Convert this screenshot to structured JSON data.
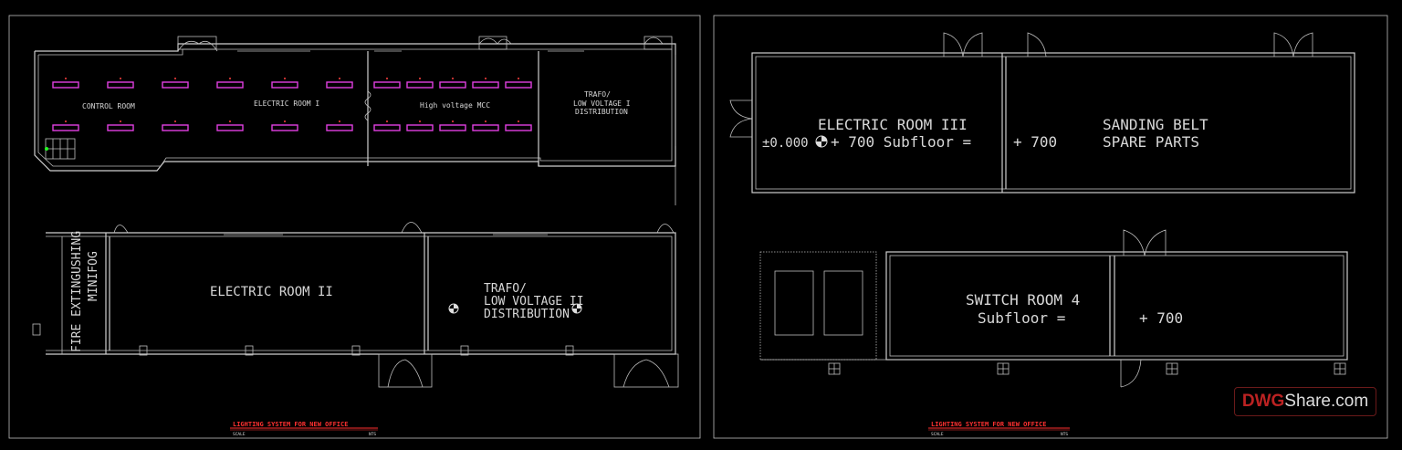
{
  "sheet_left": {
    "rooms_top": {
      "control_room": "CONTROL ROOM",
      "electric_room_1": "ELECTRIC ROOM I",
      "hv_mcc": "High voltage MCC",
      "trafo_1_line1": "TRAFO/",
      "trafo_1_line2": "LOW VOLTAGE I",
      "trafo_1_line3": "DISTRIBUTION"
    },
    "rooms_bottom": {
      "electric_room_2": "ELECTRIC ROOM II",
      "trafo_2_line1": "TRAFO/",
      "trafo_2_line2": "LOW VOLTAGE II",
      "trafo_2_line3": "DISTRIBUTION",
      "fire_line1": "FIRE EXTINGUSHING",
      "fire_line2": "MINIFOG"
    },
    "title_block": {
      "title": "LIGHTING SYSTEM FOR NEW OFFICE",
      "scale_label": "SCALE",
      "scale_value": "NTS"
    }
  },
  "sheet_right": {
    "rooms_top": {
      "electric_room_3": "ELECTRIC ROOM III",
      "level_text": "±0.000",
      "subfloor_text": "+ 700 Subfloor =",
      "plus_700": "+ 700",
      "sanding_line1": "SANDING BELT",
      "sanding_line2": "SPARE PARTS"
    },
    "rooms_bottom": {
      "switch_room": "SWITCH ROOM 4",
      "subfloor": "Subfloor =",
      "plus_700": "+ 700"
    },
    "title_block": {
      "title": "LIGHTING SYSTEM FOR NEW OFFICE",
      "scale_label": "SCALE",
      "scale_value": "NTS"
    }
  },
  "watermark": {
    "part1": "DWG",
    "part2": "Share.com"
  },
  "colors": {
    "background": "#000000",
    "lines": "#cfcfcf",
    "fixtures": "#e040e0",
    "title": "#ff3030"
  }
}
